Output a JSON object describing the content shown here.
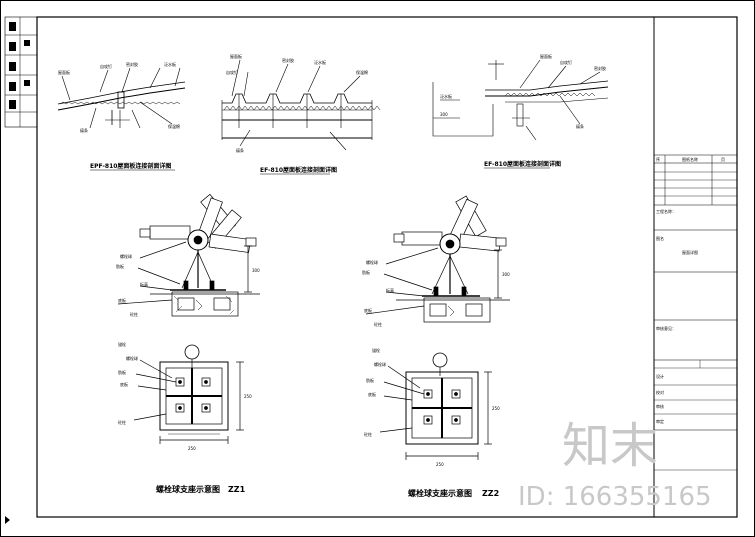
{
  "title_block": {
    "header_cols": [
      "序",
      "图纸名称",
      "页"
    ],
    "project_label": "工程名称：",
    "drawing_label": "图名",
    "drawing_name": "屋面详图",
    "remarks_label": "审核意见：",
    "sign_rows": [
      "设计",
      "校对",
      "审核",
      "审定"
    ]
  },
  "views": {
    "section_1": "EPF-810屋面板连接剖面详图",
    "section_2": "EF-810屋面板连接剖面详图",
    "section_3": "EF-810屋面板连接剖面详图",
    "zz1_caption": "螺栓球支座示意图",
    "zz1_code": "ZZ1",
    "zz2_caption": "螺栓球支座示意图",
    "zz2_code": "ZZ2"
  },
  "labels": {
    "bolt_ball": "螺栓球",
    "anchor_bolt": "锚栓",
    "base_plate": "底板",
    "rib_plate": "肋板",
    "concrete": "砼柱",
    "dim_300": "300",
    "dim_250": "250",
    "elev": "标高",
    "roof_panel": "屋面板",
    "purlin": "檩条",
    "insulation": "保温棉",
    "screw": "自攻钉",
    "sealant": "密封胶",
    "flashing": "泛水板"
  },
  "watermark": {
    "brand": "知末",
    "id_text": "ID: 166355165"
  }
}
